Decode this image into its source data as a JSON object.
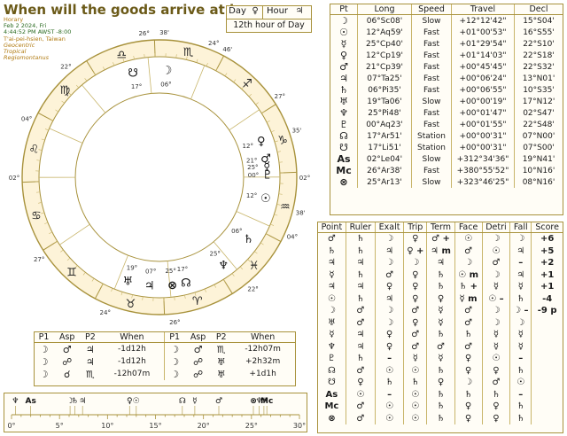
{
  "header": {
    "title": "When will the goods arrive at home",
    "type": "Horary",
    "date": "Feb 2 2024, Fri",
    "time": "4:44:52 PM AWST -8:00",
    "place": "T'ai-pei-hsien, Taiwan",
    "zodiac": "Geocentric",
    "mode": "Tropical",
    "houses": "Regiomontanus"
  },
  "dayhour": {
    "day_label": "Day",
    "day_glyph": "♀",
    "hour_label": "Hour",
    "hour_glyph": "♃",
    "hour_text": "12th hour of Day"
  },
  "positions": {
    "headers": [
      "Pt",
      "Long",
      "Speed",
      "Travel",
      "Decl"
    ],
    "rows": [
      {
        "pt": "☽",
        "long": "06°Sc08'",
        "speed": "Slow",
        "travel": "+12°12'42\"",
        "decl": "15°S04'"
      },
      {
        "pt": "☉",
        "long": "12°Aq59'",
        "speed": "Fast",
        "travel": "+01°00'53\"",
        "decl": "16°S55'"
      },
      {
        "pt": "☿",
        "long": "25°Cp40'",
        "speed": "Fast",
        "travel": "+01°29'54\"",
        "decl": "22°S10'"
      },
      {
        "pt": "♀",
        "long": "12°Cp19'",
        "speed": "Fast",
        "travel": "+01°14'03\"",
        "decl": "22°S18'"
      },
      {
        "pt": "♂",
        "long": "21°Cp39'",
        "speed": "Fast",
        "travel": "+00°45'45\"",
        "decl": "22°S32'"
      },
      {
        "pt": "♃",
        "long": "07°Ta25'",
        "speed": "Fast",
        "travel": "+00°06'24\"",
        "decl": "13°N01'"
      },
      {
        "pt": "♄",
        "long": "06°Pi35'",
        "speed": "Fast",
        "travel": "+00°06'55\"",
        "decl": "10°S35'"
      },
      {
        "pt": "♅",
        "long": "19°Ta06'",
        "speed": "Slow",
        "travel": "+00°00'19\"",
        "decl": "17°N12'"
      },
      {
        "pt": "♆",
        "long": "25°Pi48'",
        "speed": "Fast",
        "travel": "+00°01'47\"",
        "decl": "02°S47'"
      },
      {
        "pt": "♇",
        "long": "00°Aq23'",
        "speed": "Fast",
        "travel": "+00°01'55\"",
        "decl": "22°S48'"
      },
      {
        "pt": "☊",
        "long": "17°Ar51'",
        "speed": "Station",
        "travel": "+00°00'31\"",
        "decl": "07°N00'"
      },
      {
        "pt": "☋",
        "long": "17°Li51'",
        "speed": "Station",
        "travel": "+00°00'31\"",
        "decl": "07°S00'"
      },
      {
        "pt": "As",
        "long": "02°Le04'",
        "speed": "Slow",
        "travel": "+312°34'36\"",
        "decl": "19°N41'"
      },
      {
        "pt": "Mc",
        "long": "26°Ar38'",
        "speed": "Fast",
        "travel": "+380°55'52\"",
        "decl": "10°N16'"
      },
      {
        "pt": "⊗",
        "long": "25°Ar13'",
        "speed": "Slow",
        "travel": "+323°46'25\"",
        "decl": "08°N16'"
      }
    ]
  },
  "dignities": {
    "headers": [
      "Point",
      "Ruler",
      "Exalt",
      "Trip",
      "Term",
      "Face",
      "Detri",
      "Fall",
      "Score"
    ],
    "rows": [
      [
        "♂",
        "♄",
        "☽",
        "♀",
        "♂ +",
        "☉",
        "☽",
        "☽",
        "+6"
      ],
      [
        "♄",
        "♄",
        "♃",
        "♀ +",
        "♃ m",
        "♂",
        "☉",
        "♃",
        "+5"
      ],
      [
        "♃",
        "♃",
        "☽",
        "☽",
        "♃",
        "☽",
        "♂",
        "–",
        "+2"
      ],
      [
        "☿",
        "♄",
        "♂",
        "♀",
        "♄",
        "☉ m",
        "☽",
        "♃",
        "+1"
      ],
      [
        "♃",
        "♃",
        "♀",
        "♀",
        "♄",
        "♄ +",
        "☿",
        "☿",
        "+1"
      ],
      [
        "☉",
        "♄",
        "♃",
        "♀",
        "♀",
        "☿ m",
        "☉ –",
        "♄",
        "-4"
      ],
      [
        "☽",
        "♂",
        "☽",
        "♂",
        "☿",
        "♂",
        "☽",
        "☽ –",
        "-9 p"
      ],
      [
        "♅",
        "♂",
        "☽",
        "♀",
        "☿",
        "♂",
        "☽",
        "☽",
        ""
      ],
      [
        "☿",
        "♃",
        "♀",
        "♂",
        "♄",
        "♄",
        "☿",
        "☿",
        ""
      ],
      [
        "♆",
        "♃",
        "♀",
        "♂",
        "♂",
        "♂",
        "☿",
        "☿",
        ""
      ],
      [
        "♇",
        "♄",
        "–",
        "☿",
        "☿",
        "♀",
        "☉",
        "–",
        ""
      ],
      [
        "☊",
        "♂",
        "☉",
        "☉",
        "♄",
        "♀",
        "♀",
        "♄",
        ""
      ],
      [
        "☋",
        "♀",
        "♄",
        "♄",
        "♀",
        "☽",
        "♂",
        "☉",
        ""
      ],
      [
        "As",
        "☉",
        "–",
        "☉",
        "♄",
        "♄",
        "♄",
        "–",
        ""
      ],
      [
        "Mc",
        "♂",
        "☉",
        "☉",
        "♄",
        "♀",
        "♀",
        "♄",
        ""
      ],
      [
        "⊗",
        "♂",
        "☉",
        "☉",
        "♄",
        "♀",
        "♀",
        "♄",
        ""
      ]
    ]
  },
  "aspects": {
    "headers": [
      "P1",
      "Asp",
      "P2",
      "When"
    ],
    "left": [
      [
        "☽",
        "♂",
        "♃",
        "-1d12h"
      ],
      [
        "☽",
        "☍",
        "♃",
        "-1d12h"
      ],
      [
        "☽",
        "☌",
        "♏",
        "-12h07m"
      ]
    ],
    "right": [
      [
        "☽",
        "♂",
        "♏",
        "-12h07m"
      ],
      [
        "☽",
        "☍",
        "♅",
        "+2h32m"
      ],
      [
        "☽",
        "☍",
        "♅",
        "+1d1h"
      ]
    ]
  },
  "ruler_strip": {
    "ticks": [
      "0°",
      "5°",
      "10°",
      "15°",
      "20°",
      "25°",
      "30°"
    ],
    "glyphs": [
      {
        "g": "♆",
        "deg": 0.4
      },
      {
        "g": "As",
        "deg": 2.0
      },
      {
        "g": "☽",
        "deg": 6.1
      },
      {
        "g": "♄",
        "deg": 6.6
      },
      {
        "g": "♃",
        "deg": 7.4
      },
      {
        "g": "♀",
        "deg": 12.3
      },
      {
        "g": "☉",
        "deg": 13.0
      },
      {
        "g": "☊",
        "deg": 17.8
      },
      {
        "g": "☿",
        "deg": 19.1
      },
      {
        "g": "♂",
        "deg": 21.6
      },
      {
        "g": "⊗",
        "deg": 25.2
      },
      {
        "g": "♆",
        "deg": 25.8
      },
      {
        "g": "♅",
        "deg": 26.3
      },
      {
        "g": "Mc",
        "deg": 26.6
      }
    ]
  },
  "wheel": {
    "signs": [
      {
        "g": "♈",
        "mid": 1.5
      },
      {
        "g": "♉",
        "mid": 31.5
      },
      {
        "g": "♊",
        "mid": 61.5
      },
      {
        "g": "♋",
        "mid": 91.5
      },
      {
        "g": "♌",
        "mid": 121.5
      },
      {
        "g": "♍",
        "mid": 151.5
      },
      {
        "g": "♎",
        "mid": 181.5
      },
      {
        "g": "♏",
        "mid": 211.5
      },
      {
        "g": "♐",
        "mid": 241.5
      },
      {
        "g": "♑",
        "mid": 271.5
      },
      {
        "g": "♒",
        "mid": 301.5
      },
      {
        "g": "♓",
        "mid": 331.5
      }
    ],
    "cusps": [
      {
        "label": "02°",
        "deg": 122
      },
      {
        "label": "04°",
        "deg": 146
      },
      {
        "label": "22°",
        "deg": 172
      },
      {
        "label": "26°",
        "deg": 206
      },
      {
        "label": "38'",
        "deg": 214
      },
      {
        "label": "24°",
        "deg": 234
      },
      {
        "label": "46'",
        "deg": 240
      },
      {
        "label": "27°",
        "deg": 268
      },
      {
        "label": "35'",
        "deg": 283
      },
      {
        "label": "02°",
        "deg": 302
      },
      {
        "label": "38'",
        "deg": 316
      },
      {
        "label": "04°",
        "deg": 326
      },
      {
        "label": "22°",
        "deg": 352
      },
      {
        "label": "26°",
        "deg": 26
      },
      {
        "label": "24°",
        "deg": 54
      },
      {
        "label": "27°",
        "deg": 88
      }
    ],
    "planets": [
      {
        "g": "☽",
        "deg": 216.1,
        "label": "06°"
      },
      {
        "g": "☉",
        "deg": 312.9,
        "label": "12°"
      },
      {
        "g": "☿",
        "deg": 295.6,
        "label": "25°"
      },
      {
        "g": "♀",
        "deg": 282.3,
        "label": "12°"
      },
      {
        "g": "♂",
        "deg": 291.6,
        "label": "21°"
      },
      {
        "g": "♃",
        "deg": 37.4,
        "label": "07°"
      },
      {
        "g": "♄",
        "deg": 336.6,
        "label": "06°"
      },
      {
        "g": "♅",
        "deg": 49.1,
        "label": "19°"
      },
      {
        "g": "♆",
        "deg": 355.8,
        "label": "25°"
      },
      {
        "g": "♇",
        "deg": 300.4,
        "label": "00°"
      },
      {
        "g": "☊",
        "deg": 17.9,
        "label": "17°"
      },
      {
        "g": "☋",
        "deg": 197.9,
        "label": "17°"
      },
      {
        "g": "⊗",
        "deg": 25.2,
        "label": "25°"
      }
    ]
  }
}
